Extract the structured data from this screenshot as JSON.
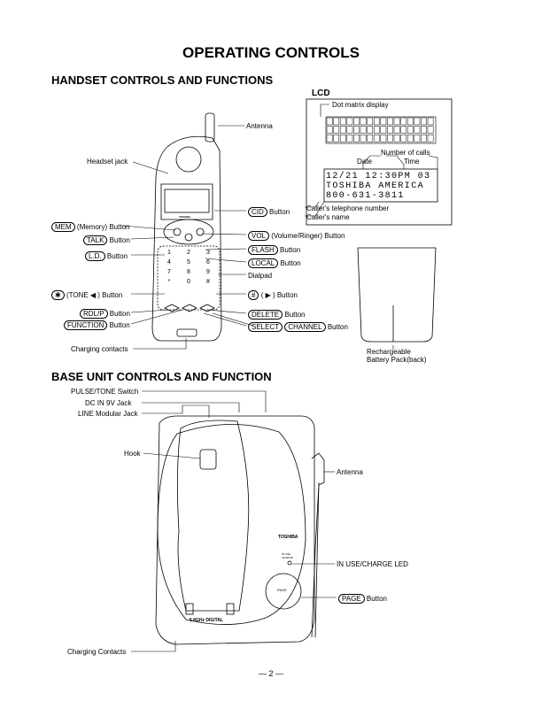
{
  "page": {
    "title": "OPERATING CONTROLS",
    "section1": "HANDSET CONTROLS AND FUNCTIONS",
    "section2": "BASE UNIT CONTROLS AND FUNCTION",
    "page_number": "— 2 —"
  },
  "handset": {
    "antenna": "Antenna",
    "headset_jack": "Headset jack",
    "charging_contacts": "Charging contacts",
    "dialpad": "Dialpad",
    "brand": "TOSHIBA",
    "keys": [
      "1",
      "2",
      "3",
      "4",
      "5",
      "6",
      "7",
      "8",
      "9",
      "*",
      "0",
      "#"
    ],
    "labels": {
      "mem_key": "MEM",
      "mem_text": "(Memory) Button",
      "talk_key": "TALK",
      "talk_text": "Button",
      "lo_key": "L.D.",
      "lo_text": "Button",
      "tone_key": "✱",
      "tone_text": "(TONE ◀ ) Button",
      "rdlp_key": "RDL/P",
      "rdlp_text": "Button",
      "function_key": "FUNCTION",
      "function_text": "Button",
      "cid_key": "CID",
      "cid_text": "Button",
      "vol_key": "VOL",
      "vol_text": "(Volume/Ringer) Button",
      "flash_key": "FLASH",
      "flash_text": "Button",
      "local_key": "LOCAL",
      "local_text": "Button",
      "hash_key": "#",
      "hash_text": "( ▶ ) Button",
      "delete_key": "DELETE",
      "delete_text": "Button",
      "select_key": "SELECT",
      "channel_key": "CHANNEL",
      "select_text": "Button"
    }
  },
  "lcd": {
    "heading": "LCD",
    "dot_matrix": "Dot matrix display",
    "number_of_calls": "Number of calls",
    "date": "Date",
    "time": "Time",
    "row1": "12/21 12:30PM 03",
    "row2": "TOSHIBA AMERICA",
    "row3": "800-631-3811",
    "callers_number": "Caller's telephone number",
    "callers_name": "Caller's name"
  },
  "battery": {
    "label_line1": "Rechargeable",
    "label_line2": "Battery Pack(back)"
  },
  "base": {
    "pulse_tone": "PULSE/TONE Switch",
    "dc_in": "DC IN 9V Jack",
    "line_jack": "LINE Modular Jack",
    "hook": "Hook",
    "antenna": "Antenna",
    "in_use_led": "IN USE/CHARGE LED",
    "page_key": "PAGE",
    "page_text": "Button",
    "charging_contacts": "Charging Contacts",
    "brand": "TOSHIBA",
    "model_text": "5.8GHz DIGITAL",
    "page_button_face": "PAGE",
    "led_face": "IN USE\nCHARGE"
  }
}
